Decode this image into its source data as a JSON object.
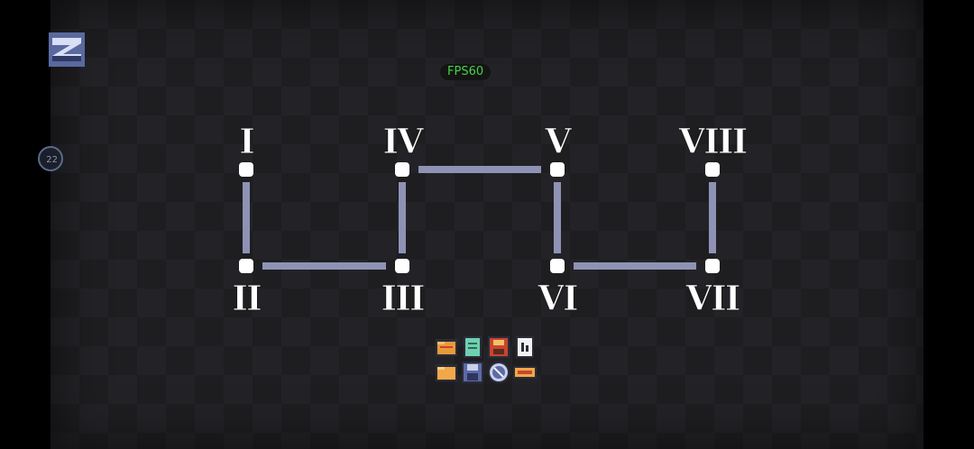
{
  "hud": {
    "fps_text": "FPS60",
    "side_handle_text": "22"
  },
  "nodes": [
    {
      "id": "I",
      "label": "I"
    },
    {
      "id": "II",
      "label": "II"
    },
    {
      "id": "III",
      "label": "III"
    },
    {
      "id": "IV",
      "label": "IV"
    },
    {
      "id": "V",
      "label": "V"
    },
    {
      "id": "VI",
      "label": "VI"
    },
    {
      "id": "VII",
      "label": "VII"
    },
    {
      "id": "VIII",
      "label": "VIII"
    }
  ],
  "links": [
    [
      "I",
      "II"
    ],
    [
      "II",
      "III"
    ],
    [
      "III",
      "IV"
    ],
    [
      "IV",
      "V"
    ],
    [
      "V",
      "VI"
    ],
    [
      "VI",
      "VII"
    ],
    [
      "VII",
      "VIII"
    ]
  ],
  "toolbar": {
    "icons": [
      "folder-open-icon",
      "document-icon",
      "save-red-icon",
      "file-info-icon",
      "folder-icon",
      "floppy-disk-icon",
      "compass-icon",
      "ticket-icon"
    ]
  },
  "colors": {
    "link": "#8e93b5",
    "fps_green": "#43d34a",
    "background": "#1e1e21"
  }
}
